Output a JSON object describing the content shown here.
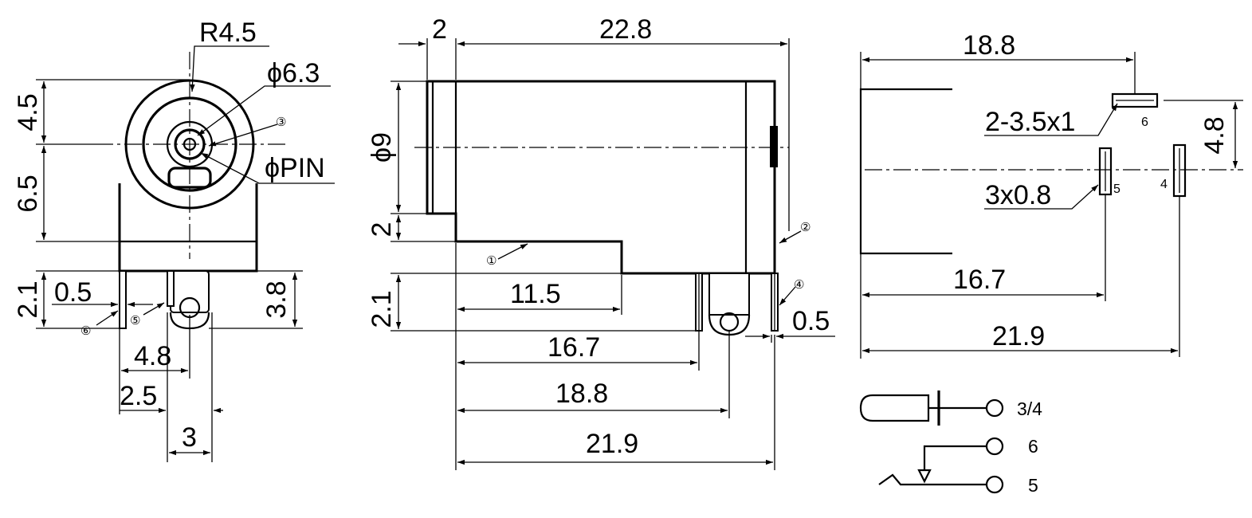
{
  "front_view": {
    "radius": "R4.5",
    "outer_diameter": "ϕ6.3",
    "pin_diameter": "ϕPIN",
    "height_top": "4.5",
    "height_mid": "6.5",
    "height_pin": "2.1",
    "pin_offset": "0.5",
    "pin_length": "3.8",
    "pin_span": "4.8",
    "half_span": "2.5",
    "lug_width": "3",
    "callout_3": "③",
    "callout_5": "⑤",
    "callout_6": "⑥"
  },
  "side_view": {
    "flange": "2",
    "length": "22.8",
    "diameter": "ϕ9",
    "base_height": "2",
    "pin_height": "2.1",
    "dim_11_5": "11.5",
    "dim_16_7": "16.7",
    "dim_18_8": "18.8",
    "dim_21_9": "21.9",
    "pin_thickness": "0.5",
    "callout_1": "①",
    "callout_2": "②",
    "callout_4": "④"
  },
  "footprint": {
    "top_dim": "18.8",
    "slot_label": "2-3.5x1",
    "slot_pin": "6",
    "right_dim": "4.8",
    "hole_label": "3x0.8",
    "hole_pin_5": "5",
    "hole_pin_4": "4",
    "dim_16_7": "16.7",
    "dim_21_9": "21.9"
  },
  "schematic": {
    "label_34": "3/4",
    "label_6": "6",
    "label_5": "5"
  }
}
